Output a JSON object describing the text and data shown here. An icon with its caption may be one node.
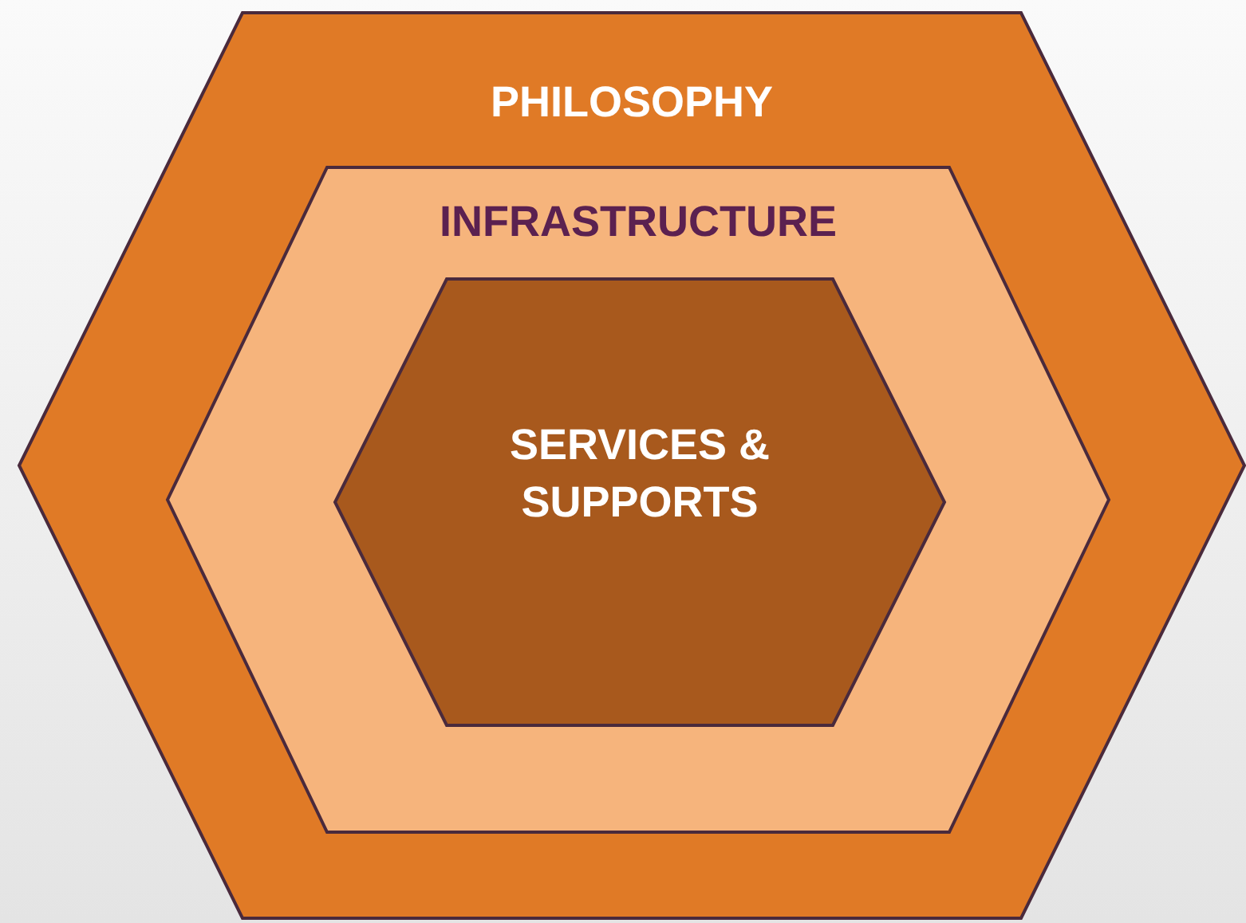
{
  "diagram": {
    "nodes": [
      {
        "text": [
          "PHILOSOPHY"
        ]
      },
      {
        "text": [
          "INFRASTRUCTURE"
        ],
        "in": 0
      },
      {
        "text": [
          "SERVICES & SUPPORTS"
        ],
        "in": 1
      }
    ]
  }
}
